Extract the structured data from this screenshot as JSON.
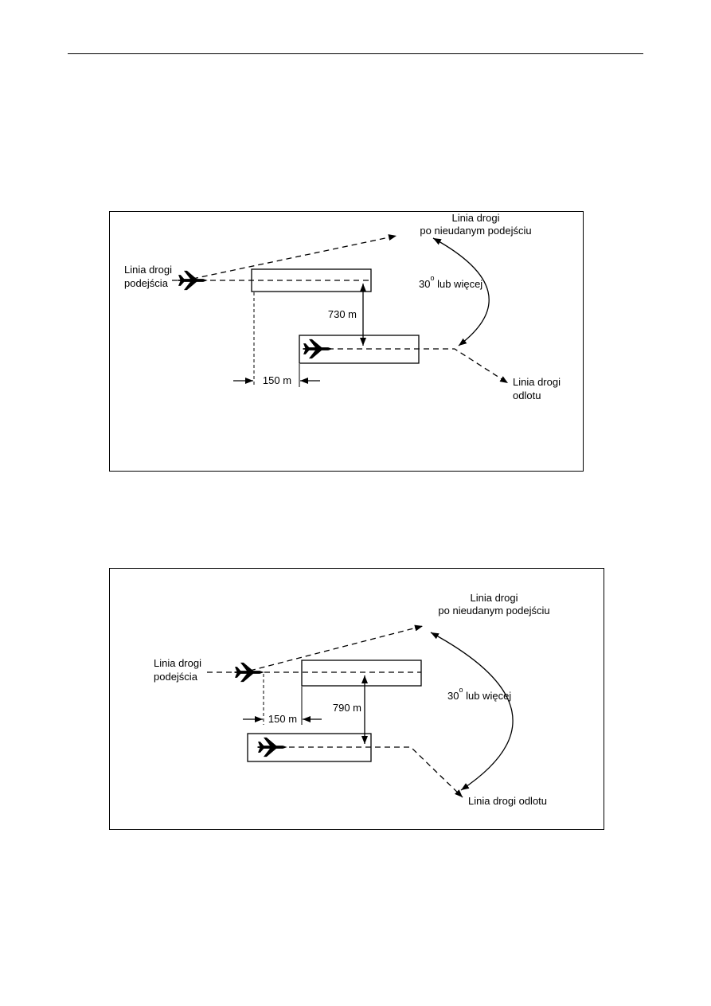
{
  "page": {
    "background": "#ffffff",
    "ink": "#000000"
  },
  "figure1": {
    "labels": {
      "missed_line1": "Linia drogi",
      "missed_line2": "po nieudanym podejściu",
      "approach_line1": "Linia drogi",
      "approach_line2": "podejścia",
      "angle_base": "30",
      "angle_sup": "o",
      "angle_rest": " lub więcej",
      "vertical_dim": "730 m",
      "horizontal_dim": "150 m",
      "departure_line1": "Linia drogi",
      "departure_line2": "odlotu"
    }
  },
  "figure2": {
    "labels": {
      "missed_line1": "Linia drogi",
      "missed_line2": "po nieudanym podejściu",
      "approach_line1": "Linia drogi",
      "approach_line2": "podejścia",
      "angle_base": "30",
      "angle_sup": "o",
      "angle_rest": " lub więcej",
      "vertical_dim": "790 m",
      "horizontal_dim": "150 m",
      "departure": "Linia drogi odlotu"
    }
  }
}
